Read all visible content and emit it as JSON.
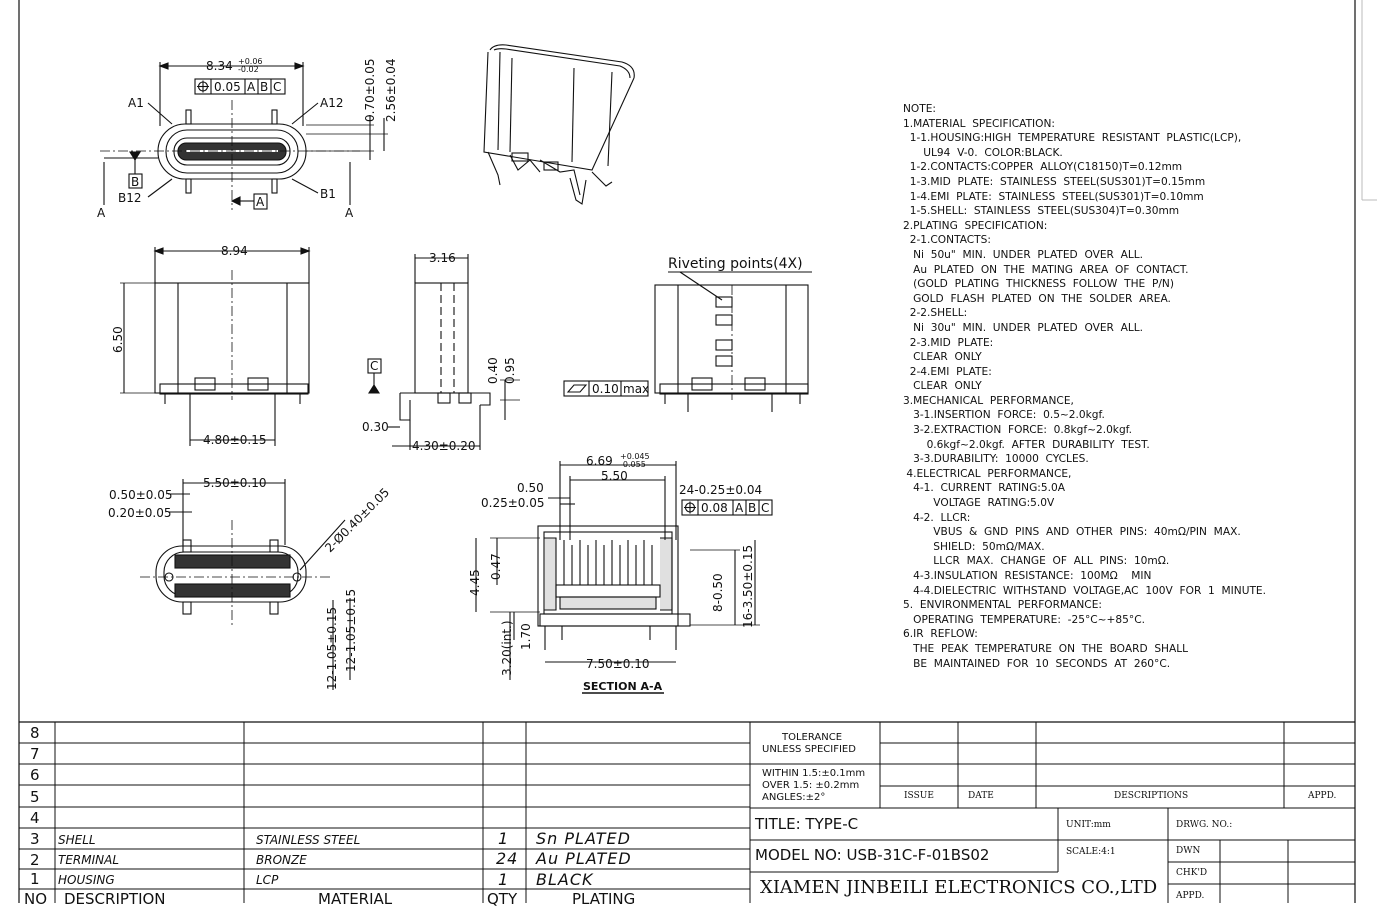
{
  "views": {
    "front": {
      "width_dim": "8.34",
      "width_tol_upper": "+0.06",
      "width_tol_lower": "-0.02",
      "position_tolerance": "0.05",
      "datums": [
        "A",
        "B",
        "C"
      ],
      "pin_A1": "A1",
      "pin_A12": "A12",
      "pin_B12": "B12",
      "pin_B1": "B1",
      "datum_B": "B",
      "datum_A": "A",
      "section_left": "A",
      "section_right": "A",
      "dim_070": "0.70±0.05",
      "dim_256": "2.56±0.04"
    },
    "side": {
      "width": "8.94",
      "height": "6.50",
      "pitch": "4.80±0.15"
    },
    "profile": {
      "depth": "3.16",
      "dim_040": "0.40",
      "dim_095": "0.95",
      "dim_030": "0.30",
      "dim_430": "4.30±0.20",
      "datum_C": "C"
    },
    "riveting": {
      "label": "Riveting points(4X)",
      "flatness": "0.10",
      "flatness_unit": "max"
    },
    "footprint": {
      "dim_550": "5.50±0.10",
      "dim_050": "0.50±0.05",
      "dim_020": "0.20±0.05",
      "holes": "2-Ø0.40±0.05",
      "pads_a": "12-1.05±0.15",
      "pads_b": "12-1.05±0.15"
    },
    "section": {
      "dim_669": "6.69",
      "dim_669_upper": "+0.045",
      "dim_669_lower": "-0.055",
      "dim_550": "5.50",
      "dim_050": "0.50",
      "dim_025": "0.25±0.05",
      "pins": "24-0.25±0.04",
      "pos_tol": "0.08",
      "dim_445": "4.45",
      "dim_047": "0.47",
      "dim_170": "1.70",
      "dim_320": "3.20(int.)",
      "dim_750": "7.50±0.10",
      "dim_8_050": "8-0.50",
      "dim_16_350": "16-3.50±0.15",
      "caption": "SECTION A-A"
    }
  },
  "notes": [
    "NOTE:",
    "1.MATERIAL  SPECIFICATION:",
    "  1-1.HOUSING:HIGH  TEMPERATURE  RESISTANT  PLASTIC(LCP),",
    "      UL94  V-0.  COLOR:BLACK.",
    "  1-2.CONTACTS:COPPER  ALLOY(C18150)T=0.12mm",
    "  1-3.MID  PLATE:  STAINLESS  STEEL(SUS301)T=0.15mm",
    "  1-4.EMI  PLATE:  STAINLESS  STEEL(SUS301)T=0.10mm",
    "  1-5.SHELL:  STAINLESS  STEEL(SUS304)T=0.30mm",
    "2.PLATING  SPECIFICATION:",
    "  2-1.CONTACTS:",
    "   Ni  50u\"  MIN.  UNDER  PLATED  OVER  ALL.",
    "   Au  PLATED  ON  THE  MATING  AREA  OF  CONTACT.",
    "   (GOLD  PLATING  THICKNESS  FOLLOW  THE  P/N)",
    "   GOLD  FLASH  PLATED  ON  THE  SOLDER  AREA.",
    "  2-2.SHELL:",
    "   Ni  30u\"  MIN.  UNDER  PLATED  OVER  ALL.",
    "  2-3.MID  PLATE:",
    "   CLEAR  ONLY",
    "  2-4.EMI  PLATE:",
    "   CLEAR  ONLY",
    "3.MECHANICAL  PERFORMANCE,",
    "   3-1.INSERTION  FORCE:  0.5~2.0kgf.",
    "   3-2.EXTRACTION  FORCE:  0.8kgf~2.0kgf.",
    "       0.6kgf~2.0kgf.  AFTER  DURABILITY  TEST.",
    "   3-3.DURABILITY:  10000  CYCLES.",
    " 4.ELECTRICAL  PERFORMANCE,",
    "   4-1.  CURRENT  RATING:5.0A",
    "         VOLTAGE  RATING:5.0V",
    "   4-2.  LLCR:",
    "         VBUS  &  GND  PINS  AND  OTHER  PINS:  40mΩ/PIN  MAX.",
    "         SHIELD:  50mΩ/MAX.",
    "         LLCR  MAX.  CHANGE  OF  ALL  PINS:  10mΩ.",
    "   4-3.INSULATION  RESISTANCE:  100MΩ    MIN",
    "   4-4.DIELECTRIC  WITHSTAND  VOLTAGE,AC  100V  FOR  1  MINUTE.",
    "5.  ENVIRONMENTAL  PERFORMANCE:",
    "   OPERATING  TEMPERATURE:  -25°C~+85°C.",
    "6.IR  REFLOW:",
    "   THE  PEAK  TEMPERATURE  ON  THE  BOARD  SHALL",
    "   BE  MAINTAINED  FOR  10  SECONDS  AT  260°C."
  ],
  "bom": {
    "empty_rows": [
      "8",
      "7",
      "6",
      "5",
      "4"
    ],
    "rows": [
      {
        "no": "3",
        "desc": "SHELL",
        "material": "STAINLESS STEEL",
        "qty": "1",
        "plating": "Sn  PLATED"
      },
      {
        "no": "2",
        "desc": "TERMINAL",
        "material": "BRONZE",
        "qty": "24",
        "plating": "Au  PLATED"
      },
      {
        "no": "1",
        "desc": "HOUSING",
        "material": "LCP",
        "qty": "1",
        "plating": "BLACK"
      }
    ],
    "header": {
      "no": "NO",
      "desc": "DESCRIPTION",
      "material": "MATERIAL",
      "qty": "QTY",
      "plating": "PLATING"
    }
  },
  "title_block": {
    "tolerance_title": "TOLERANCE",
    "tolerance_sub": "UNLESS SPECIFIED",
    "within": "WITHIN 1.5:±0.1mm",
    "over": "OVER 1.5:  ±0.2mm",
    "angles": "ANGLES:±2°",
    "issue": "ISSUE",
    "date": "DATE",
    "descriptions": "DESCRIPTIONS",
    "appd": "APPD.",
    "title": "TITLE:  TYPE-C",
    "unit": "UNIT:mm",
    "drwg": "DRWG.  NO.:",
    "model": "MODEL  NO: USB-31C-F-01BS02",
    "scale": "SCALE:4:1",
    "dwn": "DWN",
    "chkd": "CHK'D",
    "appd2": "APPD.",
    "company": "XIAMEN JINBEILI ELECTRONICS CO.,LTD"
  }
}
